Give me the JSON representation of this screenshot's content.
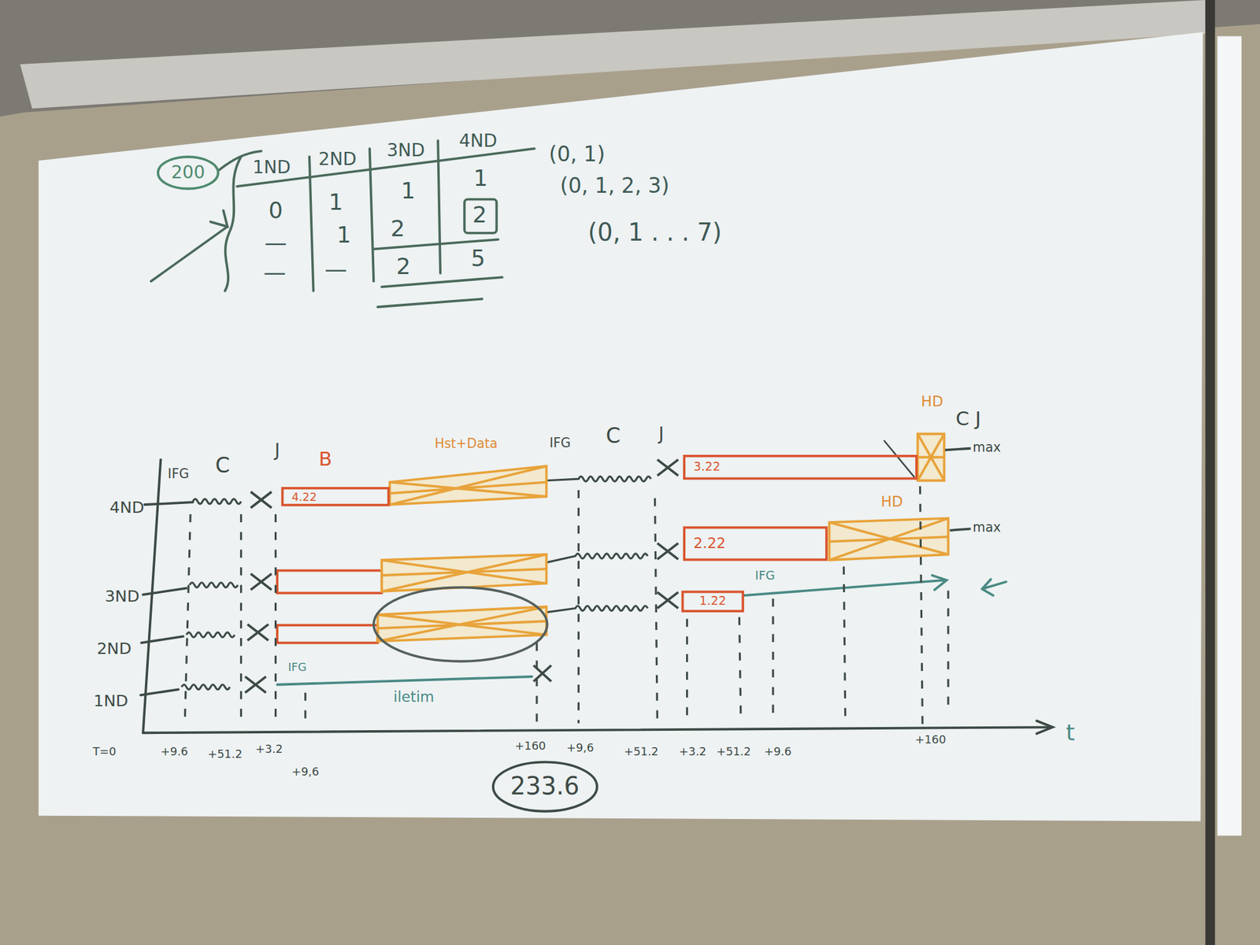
{
  "diagram": {
    "nodes": [
      {
        "text": [
          "200"
        ]
      },
      {
        "text": [
          "4.22"
        ]
      },
      {
        "text": [
          "3.22"
        ]
      },
      {
        "text": [
          "2.22"
        ]
      },
      {
        "text": [
          "1.22"
        ]
      },
      {
        "text": [
          "233.6"
        ]
      }
    ],
    "labels": [
      "1ND",
      "2ND",
      "3ND",
      "4ND",
      "0",
      "1",
      "1",
      "1",
      "—",
      "1",
      "2",
      "2",
      "—",
      "—",
      "2",
      "5",
      "(0, 1)",
      "(0, 1, 2, 3)",
      "(0, 1 . . . 7)",
      "4ND",
      "3ND",
      "2ND",
      "1ND",
      "IFG",
      "C",
      "J",
      "B",
      "Hst+Data",
      "IFG",
      "C",
      "J",
      "HD",
      "C J",
      "max",
      "HD",
      "max",
      "IFG",
      "IFG",
      "iletim",
      "t",
      "T=0",
      "+9.6",
      "+51.2",
      "+3.2",
      "+9,6",
      "+160",
      "+9,6",
      "+51.2",
      "+3.2",
      "+51.2",
      "+9.6",
      "+160"
    ]
  }
}
